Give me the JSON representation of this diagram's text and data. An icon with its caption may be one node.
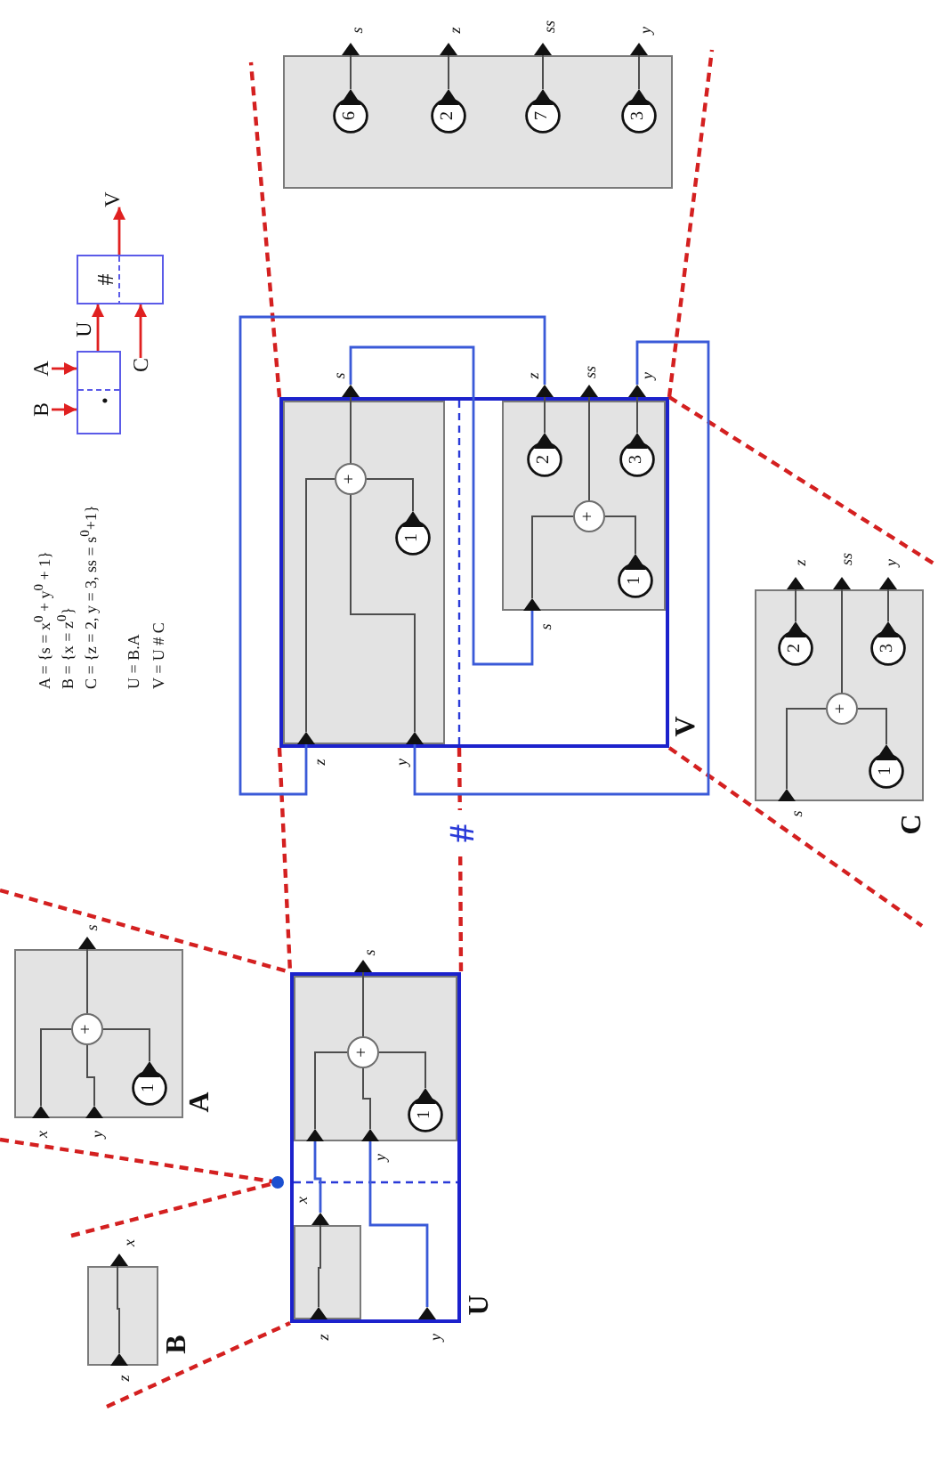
{
  "diagram": {
    "nodes": [
      {
        "text": [],
        "shape": "box",
        "beside": [
          "B"
        ]
      },
      {
        "text": [],
        "shape": "triangle",
        "beside": [
          "z"
        ],
        "in": 0
      },
      {
        "text": [],
        "shape": "triangle",
        "beside": [
          "x"
        ]
      },
      {
        "text": [],
        "shape": "box",
        "beside": [
          "A"
        ]
      },
      {
        "text": [],
        "shape": "triangle",
        "beside": [
          "x"
        ],
        "in": 3
      },
      {
        "text": [],
        "shape": "triangle",
        "beside": [
          "y"
        ],
        "in": 3
      },
      {
        "text": [
          "+"
        ],
        "in": 3
      },
      {
        "text": [
          "1"
        ],
        "in": 3
      },
      {
        "text": [],
        "shape": "triangle",
        "beside": [
          "s"
        ]
      },
      {
        "text": [
          "B"
        ]
      },
      {
        "text": [
          "A"
        ]
      },
      {
        "text": [
          "."
        ]
      },
      {
        "text": [
          "C"
        ]
      },
      {
        "text": [
          "#"
        ]
      },
      {
        "text": [
          "V"
        ]
      },
      {
        "text": [],
        "shape": "box",
        "beside": [
          "U"
        ]
      },
      {
        "text": [],
        "shape": "box",
        "in": 15
      },
      {
        "text": [],
        "shape": "triangle",
        "beside": [
          "z"
        ],
        "in": 16
      },
      {
        "text": [],
        "shape": "triangle",
        "beside": [
          "x"
        ],
        "in": 15
      },
      {
        "text": [],
        "shape": "triangle",
        "beside": [
          "y"
        ],
        "in": 15
      },
      {
        "text": [],
        "shape": "box",
        "in": 15
      },
      {
        "text": [],
        "shape": "triangle",
        "in": 20
      },
      {
        "text": [],
        "shape": "triangle",
        "beside": [
          "y"
        ],
        "in": 20
      },
      {
        "text": [
          "+"
        ],
        "in": 20
      },
      {
        "text": [
          "1"
        ],
        "in": 20
      },
      {
        "text": [],
        "shape": "triangle",
        "beside": [
          "s"
        ]
      },
      {
        "text": [],
        "shape": "box",
        "beside": [
          "V"
        ]
      },
      {
        "text": [],
        "shape": "box",
        "in": 26
      },
      {
        "text": [],
        "shape": "triangle",
        "beside": [
          "z"
        ],
        "in": 27
      },
      {
        "text": [],
        "shape": "triangle",
        "beside": [
          "y"
        ],
        "in": 27
      },
      {
        "text": [
          "+"
        ],
        "in": 27
      },
      {
        "text": [
          "1"
        ],
        "in": 27
      },
      {
        "text": [],
        "shape": "triangle",
        "beside": [
          "s"
        ]
      },
      {
        "text": [],
        "shape": "box",
        "in": 26
      },
      {
        "text": [],
        "shape": "triangle",
        "beside": [
          "s"
        ],
        "in": 33
      },
      {
        "text": [
          "+"
        ],
        "in": 33
      },
      {
        "text": [
          "1"
        ],
        "in": 33
      },
      {
        "text": [
          "2"
        ],
        "in": 33
      },
      {
        "text": [
          "3"
        ],
        "in": 33
      },
      {
        "text": [],
        "shape": "triangle",
        "beside": [
          "z"
        ]
      },
      {
        "text": [],
        "shape": "triangle",
        "beside": [
          "ss"
        ]
      },
      {
        "text": [],
        "shape": "triangle",
        "beside": [
          "y"
        ]
      },
      {
        "text": [],
        "shape": "box"
      },
      {
        "text": [
          "6"
        ],
        "in": 42
      },
      {
        "text": [
          "2"
        ],
        "in": 42
      },
      {
        "text": [
          "7"
        ],
        "in": 42
      },
      {
        "text": [
          "3"
        ],
        "in": 42
      },
      {
        "text": [],
        "shape": "triangle",
        "beside": [
          "s"
        ]
      },
      {
        "text": [],
        "shape": "triangle",
        "beside": [
          "z"
        ]
      },
      {
        "text": [],
        "shape": "triangle",
        "beside": [
          "ss"
        ]
      },
      {
        "text": [],
        "shape": "triangle",
        "beside": [
          "y"
        ]
      },
      {
        "text": [],
        "shape": "box",
        "beside": [
          "C"
        ]
      },
      {
        "text": [],
        "shape": "triangle",
        "beside": [
          "s"
        ],
        "in": 51
      },
      {
        "text": [
          "+"
        ],
        "in": 51
      },
      {
        "text": [
          "1"
        ],
        "in": 51
      },
      {
        "text": [
          "2"
        ],
        "in": 51
      },
      {
        "text": [
          "3"
        ],
        "in": 51
      },
      {
        "text": [],
        "shape": "triangle",
        "beside": [
          "z"
        ]
      },
      {
        "text": [],
        "shape": "triangle",
        "beside": [
          "ss"
        ]
      },
      {
        "text": [],
        "shape": "triangle",
        "beside": [
          "y"
        ]
      }
    ],
    "edges": [
      {
        "from": 1,
        "to": 2,
        "arrow": "none"
      },
      {
        "from": 4,
        "to": 6,
        "arrow": "none"
      },
      {
        "from": 5,
        "to": 6,
        "arrow": "none"
      },
      {
        "from": 7,
        "to": 6,
        "arrow": "none"
      },
      {
        "from": 6,
        "to": 8,
        "arrow": "none"
      },
      {
        "from": 10,
        "to": 11,
        "arrow": "to",
        "color": "#e02020"
      },
      {
        "from": 9,
        "to": 11,
        "arrow": "to",
        "color": "#e02020"
      },
      {
        "from": 11,
        "to": 13,
        "arrow": "to",
        "label": "U",
        "color": "#e02020"
      },
      {
        "from": 12,
        "to": 13,
        "arrow": "to",
        "color": "#e02020"
      },
      {
        "from": 13,
        "to": 14,
        "arrow": "to",
        "color": "#e02020"
      },
      {
        "from": 17,
        "to": 18,
        "arrow": "none"
      },
      {
        "from": 18,
        "to": 21,
        "arrow": "none",
        "color": "#3a5ad8"
      },
      {
        "from": 19,
        "to": 22,
        "arrow": "none",
        "color": "#3a5ad8"
      },
      {
        "from": 21,
        "to": 23,
        "arrow": "none"
      },
      {
        "from": 22,
        "to": 23,
        "arrow": "none"
      },
      {
        "from": 24,
        "to": 23,
        "arrow": "none"
      },
      {
        "from": 23,
        "to": 25,
        "arrow": "none"
      },
      {
        "from": 28,
        "to": 30,
        "arrow": "none"
      },
      {
        "from": 29,
        "to": 30,
        "arrow": "none"
      },
      {
        "from": 31,
        "to": 30,
        "arrow": "none"
      },
      {
        "from": 30,
        "to": 32,
        "arrow": "none"
      },
      {
        "from": 32,
        "to": 34,
        "arrow": "none",
        "color": "#3a5ad8"
      },
      {
        "from": 34,
        "to": 35,
        "arrow": "none"
      },
      {
        "from": 36,
        "to": 35,
        "arrow": "none"
      },
      {
        "from": 35,
        "to": 40,
        "arrow": "none"
      },
      {
        "from": 37,
        "to": 39,
        "arrow": "none"
      },
      {
        "from": 38,
        "to": 41,
        "arrow": "none"
      },
      {
        "from": 39,
        "to": 28,
        "arrow": "none",
        "color": "#3a5ad8"
      },
      {
        "from": 41,
        "to": 29,
        "arrow": "none",
        "color": "#3a5ad8"
      },
      {
        "from": 43,
        "to": 47,
        "arrow": "none"
      },
      {
        "from": 44,
        "to": 48,
        "arrow": "none"
      },
      {
        "from": 45,
        "to": 49,
        "arrow": "none"
      },
      {
        "from": 46,
        "to": 50,
        "arrow": "none"
      },
      {
        "from": 52,
        "to": 53,
        "arrow": "none"
      },
      {
        "from": 54,
        "to": 53,
        "arrow": "none"
      },
      {
        "from": 53,
        "to": 58,
        "arrow": "none"
      },
      {
        "from": 55,
        "to": 57,
        "arrow": "none"
      },
      {
        "from": 56,
        "to": 59,
        "arrow": "none"
      }
    ],
    "labels": [
      "A = {s = x$^{0}$ + y$^{0}$ + 1}",
      "B = {x = z$^{0}$}",
      "C = {z = 2, y = 3, ss = s$^{0}$+1}",
      "U = B.A",
      "V = U # C",
      "#"
    ]
  }
}
